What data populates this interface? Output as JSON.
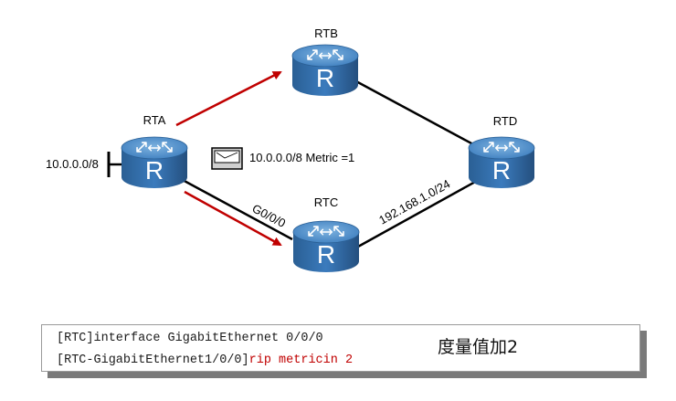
{
  "routers": {
    "rta": {
      "name": "RTA",
      "icon": "router-icon",
      "glyph": "R"
    },
    "rtb": {
      "name": "RTB",
      "icon": "router-icon",
      "glyph": "R"
    },
    "rtc": {
      "name": "RTC",
      "icon": "router-icon",
      "glyph": "R"
    },
    "rtd": {
      "name": "RTD",
      "icon": "router-icon",
      "glyph": "R"
    }
  },
  "labels": {
    "network_rta": "10.0.0.0/8",
    "interface_rtc": "G0/0/0",
    "network_rtc_rtd": "192.168.1.0/24"
  },
  "route_update": {
    "icon": "route-update-packet-icon",
    "text": "10.0.0.0/8 Metric =1"
  },
  "config": {
    "line1": "[RTC]interface GigabitEthernet 0/0/0",
    "line2_prompt": "[RTC-GigabitEthernet1/0/0]",
    "line2_command": "rip metricin 2",
    "note": "度量值加2"
  },
  "colors": {
    "router_body": "#2a6ca8",
    "router_top": "#5d98cc",
    "link": "#000000",
    "update_arrow": "#c00000",
    "command": "#c00000"
  }
}
